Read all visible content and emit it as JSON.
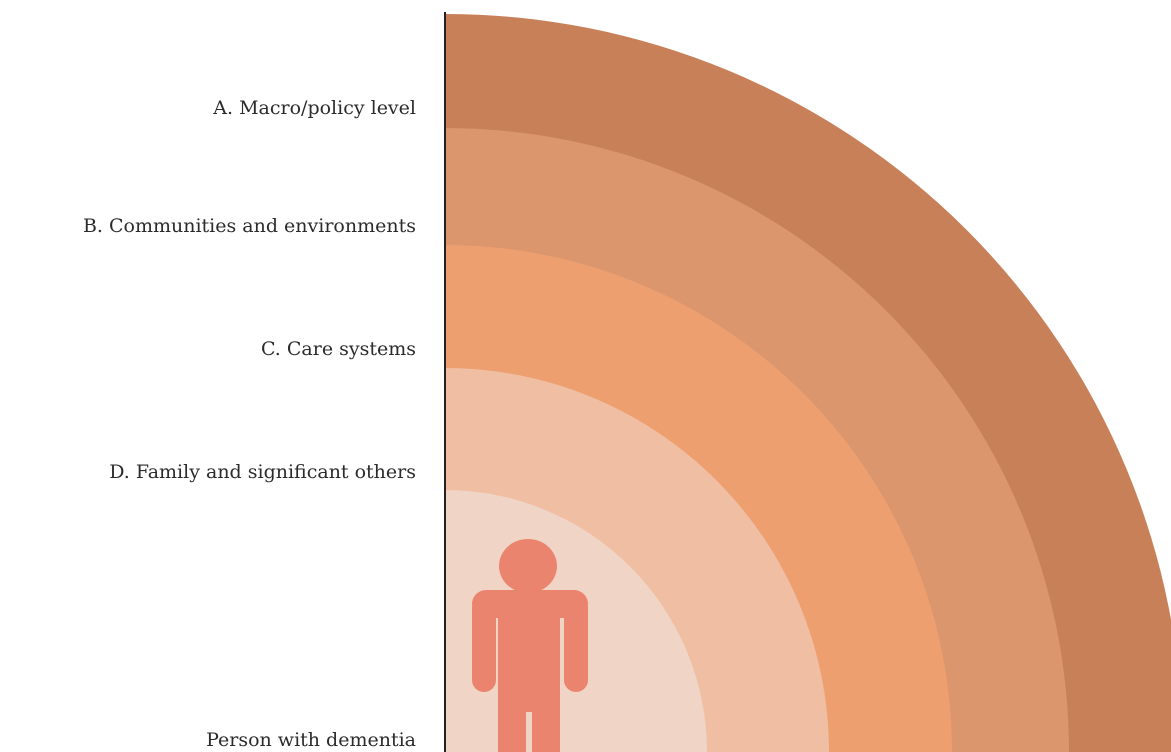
{
  "levels": [
    {
      "id": "A",
      "label": "A. Macro/policy level",
      "color": "#c78058"
    },
    {
      "id": "B",
      "label": "B. Communities and environments",
      "color": "#db966d"
    },
    {
      "id": "C",
      "label": "C. Care systems",
      "color": "#ee9f6f"
    },
    {
      "id": "D",
      "label": "D. Family and significant others",
      "color": "#f0bea3"
    }
  ],
  "center": {
    "label": "Person with dementia",
    "color": "#f0d4c6",
    "icon": "person-icon",
    "icon_color": "#eb846e"
  },
  "axis_color": "#222222"
}
